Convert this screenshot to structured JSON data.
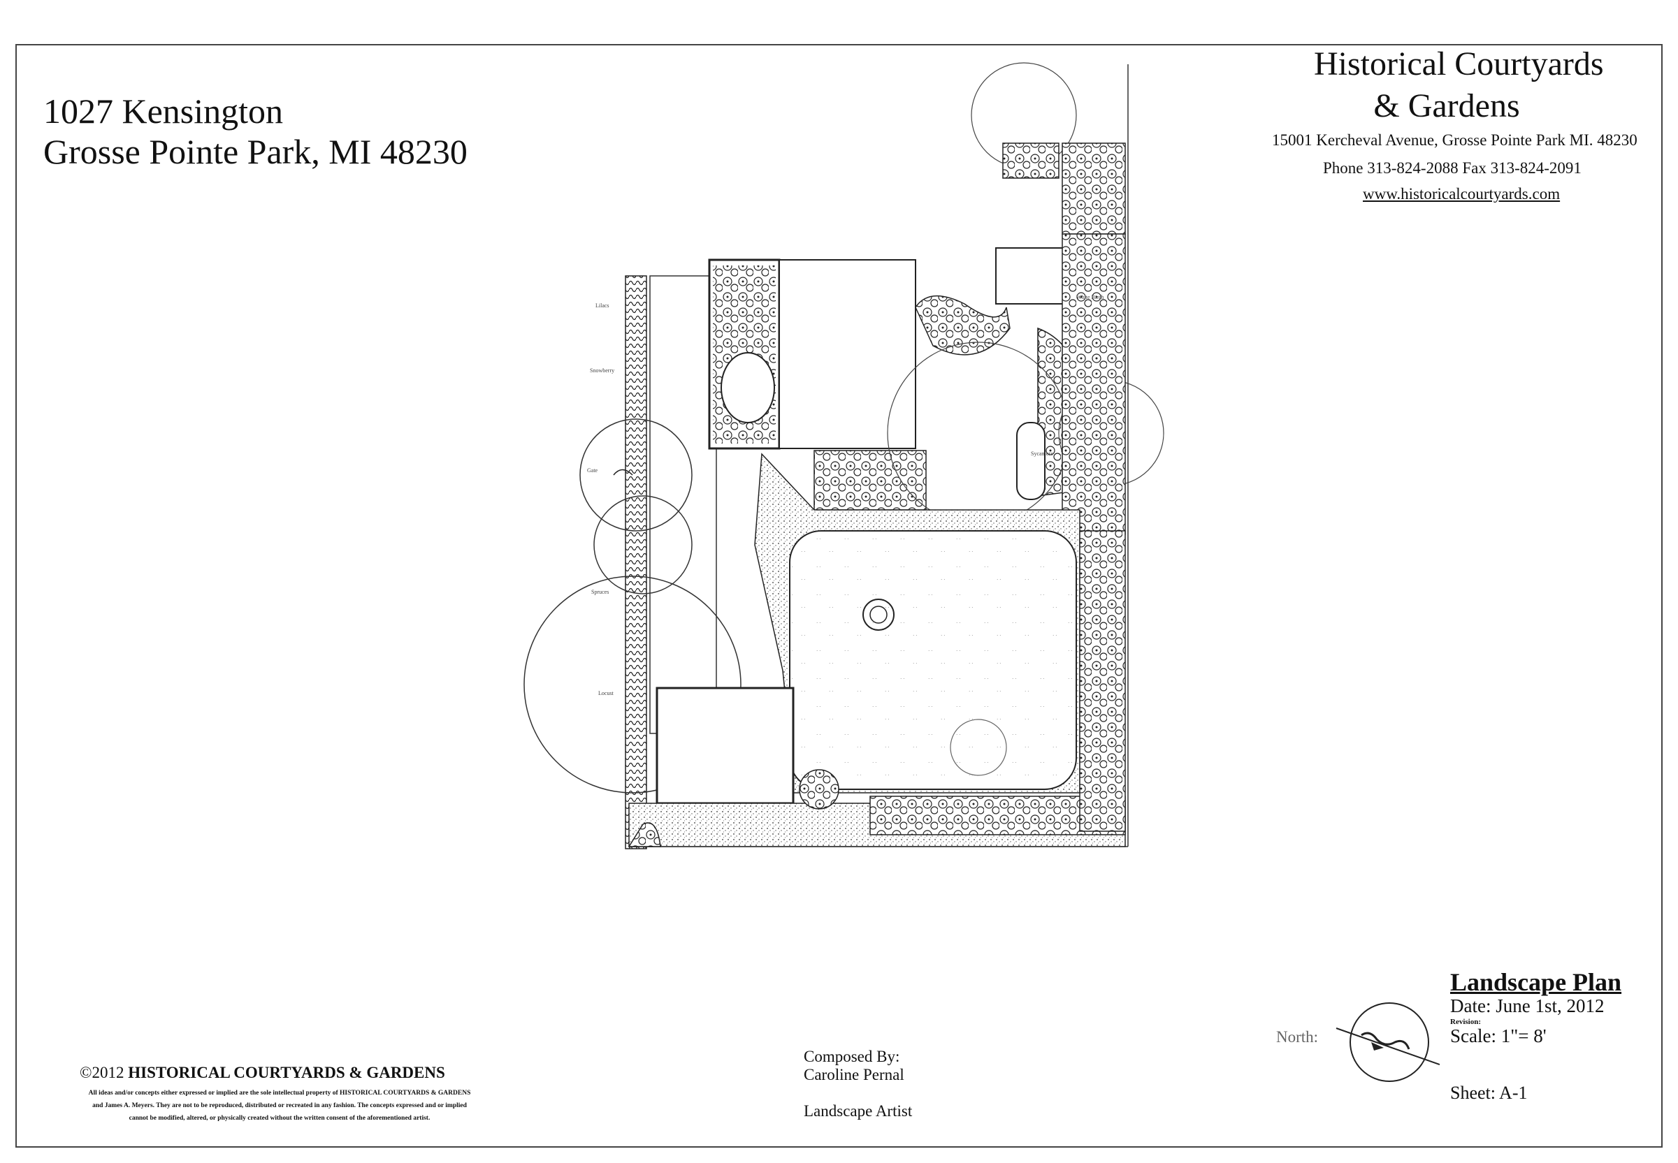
{
  "address": {
    "line1": "1027 Kensington",
    "line2": "Grosse Pointe Park, MI 48230"
  },
  "company": {
    "name_line1": "Historical Courtyards",
    "name_line2": "& Gardens",
    "street": "15001 Kercheval Avenue, Grosse Pointe Park MI. 48230",
    "phone": "Phone 313-824-2088   Fax  313-824-2091",
    "website": "www.historicalcourtyards.com"
  },
  "title_block": {
    "plan": "Landscape Plan",
    "date": "Date: June 1st, 2012",
    "revision": "Revision:",
    "scale": "Scale: 1\"= 8'",
    "sheet": "Sheet: A-1"
  },
  "north_label": "North:",
  "credits": {
    "composed_by": "Composed By:",
    "artist": "Caroline Pernal",
    "role": "Landscape Artist"
  },
  "copyright": {
    "year_prefix": "©2012",
    "owner": "HISTORICAL COURTYARDS & GARDENS",
    "line1": "All ideas and/or concepts either expressed or implied are the sole intellectual property of HISTORICAL COURTYARDS & GARDENS",
    "line2": "and James A. Meyers.  They are not to be reproduced, distributed or recreated in any fashion.  The concepts expressed and or implied",
    "line3": "cannot be modified, altered, or physically created without the written consent of the aforementioned artist."
  },
  "plan_labels": {
    "lilacs": "Lilacs",
    "snowberry": "Snowberry",
    "gate": "Gate",
    "spruces": "Spruces",
    "locust": "Locust",
    "white_birch": "White Birch",
    "sycamore": "Sycamore"
  }
}
